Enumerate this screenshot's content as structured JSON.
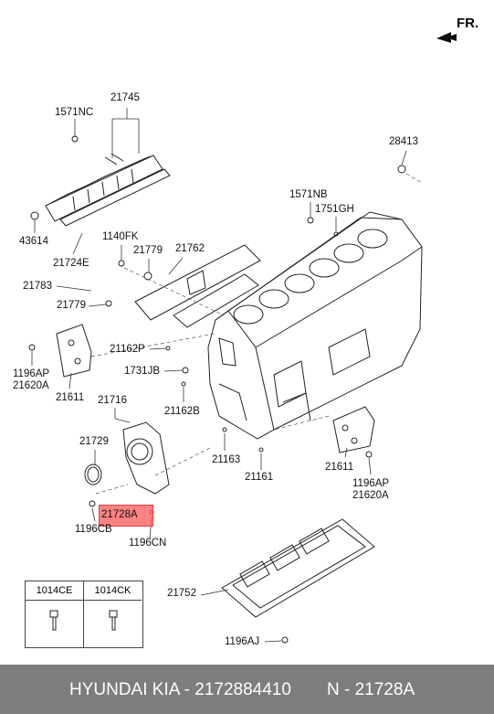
{
  "direction_label": "FR.",
  "part_labels": [
    {
      "id": "p21745",
      "text": "21745"
    },
    {
      "id": "p1571nc",
      "text": "1571NC"
    },
    {
      "id": "p43614",
      "text": "43614"
    },
    {
      "id": "p21724e",
      "text": "21724E"
    },
    {
      "id": "p1140fk",
      "text": "1140FK"
    },
    {
      "id": "p21779a",
      "text": "21779"
    },
    {
      "id": "p21762",
      "text": "21762"
    },
    {
      "id": "p21783",
      "text": "21783"
    },
    {
      "id": "p21779b",
      "text": "21779"
    },
    {
      "id": "p28413",
      "text": "28413"
    },
    {
      "id": "p1571nb",
      "text": "1571NB"
    },
    {
      "id": "p1751gh",
      "text": "1751GH"
    },
    {
      "id": "p21162p",
      "text": "21162P"
    },
    {
      "id": "p1731jb",
      "text": "1731JB"
    },
    {
      "id": "p21162b",
      "text": "21162B"
    },
    {
      "id": "p1196ap_l",
      "text": "1196AP"
    },
    {
      "id": "p21620a_l",
      "text": "21620A"
    },
    {
      "id": "p21611_l",
      "text": "21611"
    },
    {
      "id": "p21716",
      "text": "21716"
    },
    {
      "id": "p21729",
      "text": "21729"
    },
    {
      "id": "p21163",
      "text": "21163"
    },
    {
      "id": "p21161",
      "text": "21161"
    },
    {
      "id": "p21611_r",
      "text": "21611"
    },
    {
      "id": "p1196ap_r",
      "text": "1196AP"
    },
    {
      "id": "p21620a_r",
      "text": "21620A"
    },
    {
      "id": "p21728a",
      "text": "21728A"
    },
    {
      "id": "p1196cb",
      "text": "1196CB"
    },
    {
      "id": "p1196cn",
      "text": "1196CN"
    },
    {
      "id": "p21752",
      "text": "21752"
    },
    {
      "id": "p1196aj",
      "text": "1196AJ"
    }
  ],
  "legend": {
    "col1": "1014CE",
    "col2": "1014CK"
  },
  "footer": {
    "left": "HYUNDAI KIA - 2172884410",
    "right": "N - 21728A",
    "background": "#7d7d7d"
  },
  "highlight_color": "#ff5a5a"
}
